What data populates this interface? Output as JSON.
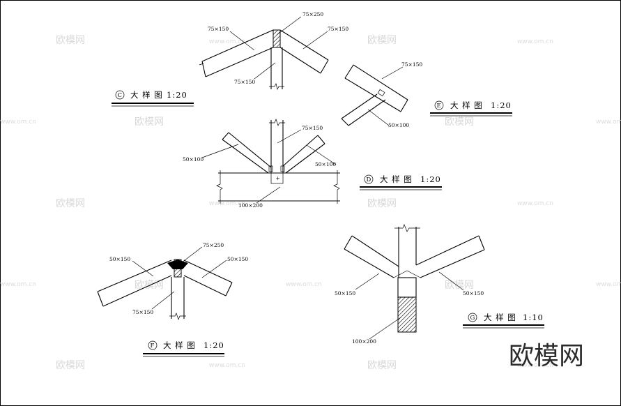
{
  "watermark": {
    "cn": "欧模网",
    "url": "www.om.cn"
  },
  "logo": "欧模网",
  "details": {
    "C": {
      "tag": "C",
      "title": "大 样 图",
      "scale": "1:20",
      "labels": [
        "75×250",
        "75×150",
        "75×150",
        "75×150"
      ]
    },
    "E": {
      "tag": "E",
      "title": "大 样 图",
      "scale": "1:20",
      "labels": [
        "75×150",
        "50×100"
      ]
    },
    "D": {
      "tag": "D",
      "title": "大 样 图",
      "scale": "1:20",
      "labels": [
        "75×150",
        "50×100",
        "50×100",
        "100×200"
      ]
    },
    "F": {
      "tag": "F",
      "title": "大 样 图",
      "scale": "1:20",
      "labels": [
        "75×250",
        "50×150",
        "50×150",
        "75×150"
      ]
    },
    "G": {
      "tag": "G",
      "title": "大 样 图",
      "scale": "1:10",
      "labels": [
        "50×150",
        "50×150",
        "100×200"
      ]
    }
  }
}
